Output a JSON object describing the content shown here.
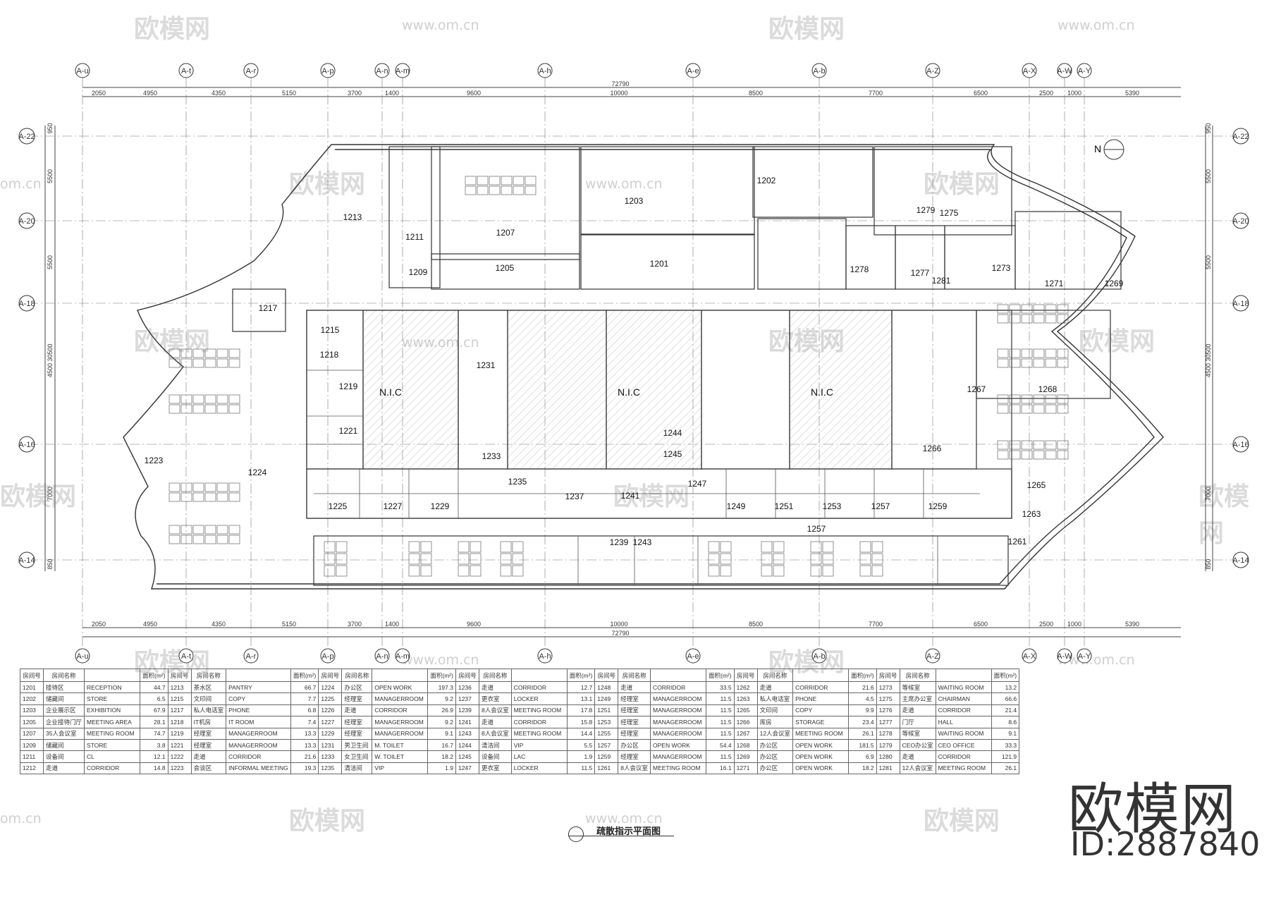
{
  "brand": {
    "name": "欧模网",
    "id": "ID:2887840"
  },
  "watermarks": {
    "text": "欧模网",
    "url": "www.om.cn",
    "url_short": "om.cn"
  },
  "title": "疏散指示平面图",
  "north": "N",
  "grid": {
    "columns": [
      "A-u",
      "A-t",
      "A-r",
      "A-p",
      "A-n",
      "A-m",
      "A-h",
      "A-e",
      "A-b",
      "A-Z",
      "A-X",
      "A-W",
      "A-Y"
    ],
    "rows": [
      "A-22",
      "A-20",
      "A-18",
      "A-16",
      "A-14"
    ],
    "total_dimension": "72790",
    "dimensions": [
      "2050",
      "4950",
      "4350",
      "5150",
      "3700",
      "1400",
      "9600",
      "10000",
      "8500",
      "7700",
      "6500",
      "2500",
      "1000",
      "5390"
    ],
    "side_dimensions": [
      "950",
      "5500",
      "5500",
      "30500",
      "4500",
      "7000",
      "850"
    ]
  },
  "nic_labels": [
    "N.I.C",
    "N.I.C",
    "N.I.C"
  ],
  "rooms": [
    "1213",
    "1211",
    "1209",
    "1207",
    "1205",
    "1203",
    "1201",
    "1202",
    "1279",
    "1281",
    "1278",
    "1277",
    "1275",
    "1273",
    "1271",
    "1269",
    "1217",
    "1215",
    "1218",
    "1219",
    "1221",
    "1223",
    "1224",
    "1225",
    "1227",
    "1229",
    "1231",
    "1233",
    "1235",
    "1237",
    "1241",
    "1244",
    "1245",
    "1247",
    "1249",
    "1251",
    "1253",
    "1257",
    "1259",
    "1267",
    "1268",
    "1266",
    "1265",
    "1263",
    "1261",
    "1257",
    "1239",
    "1243"
  ],
  "legend": {
    "headers": [
      "房间号",
      "房间名称",
      "",
      "面积(m²)"
    ],
    "rows": [
      [
        [
          "1201",
          "接待区",
          "RECEPTION",
          "44.7"
        ],
        [
          "1213",
          "茶水区",
          "PANTRY",
          "66.7"
        ],
        [
          "1224",
          "办公区",
          "OPEN WORK",
          "197.3"
        ],
        [
          "1236",
          "走道",
          "CORRIDOR",
          "12.7"
        ],
        [
          "1248",
          "走道",
          "CORRIDOR",
          "33.5"
        ],
        [
          "1262",
          "走道",
          "CORRIDOR",
          "21.6"
        ],
        [
          "1273",
          "等候室",
          "WAITING ROOM",
          "13.2"
        ]
      ],
      [
        [
          "1202",
          "储藏间",
          "STORE",
          "6.5"
        ],
        [
          "1215",
          "文印间",
          "COPY",
          "7.7"
        ],
        [
          "1225",
          "经理室",
          "MANAGERROOM",
          "9.2"
        ],
        [
          "1237",
          "更衣室",
          "LOCKER",
          "13.1"
        ],
        [
          "1249",
          "经理室",
          "MANAGERROOM",
          "11.5"
        ],
        [
          "1263",
          "私人电话室",
          "PHONE",
          "4.5"
        ],
        [
          "1275",
          "主席办公室",
          "CHAIRMAN",
          "66.6"
        ]
      ],
      [
        [
          "1203",
          "企业展示区",
          "EXHIBITION",
          "67.9"
        ],
        [
          "1217",
          "私人电话室",
          "PHONE",
          "6.8"
        ],
        [
          "1226",
          "走道",
          "CORRIDOR",
          "26.9"
        ],
        [
          "1239",
          "8人会议室",
          "MEETING ROOM",
          "17.8"
        ],
        [
          "1251",
          "经理室",
          "MANAGERROOM",
          "11.5"
        ],
        [
          "1265",
          "文印间",
          "COPY",
          "9.9"
        ],
        [
          "1276",
          "走道",
          "CORRIDOR",
          "21.4"
        ]
      ],
      [
        [
          "1205",
          "企业接待门厅",
          "MEETING AREA",
          "28.1"
        ],
        [
          "1218",
          "IT机房",
          "IT ROOM",
          "7.4"
        ],
        [
          "1227",
          "经理室",
          "MANAGERROOM",
          "9.2"
        ],
        [
          "1241",
          "走道",
          "CORRIDOR",
          "15.8"
        ],
        [
          "1253",
          "经理室",
          "MANAGERROOM",
          "11.5"
        ],
        [
          "1266",
          "库房",
          "STORAGE",
          "23.4"
        ],
        [
          "1277",
          "门厅",
          "HALL",
          "8.6"
        ]
      ],
      [
        [
          "1207",
          "35人会议室",
          "MEETING ROOM",
          "74.7"
        ],
        [
          "1219",
          "经理室",
          "MANAGERROOM",
          "13.3"
        ],
        [
          "1229",
          "经理室",
          "MANAGERROOM",
          "9.1"
        ],
        [
          "1243",
          "8人会议室",
          "MEETING ROOM",
          "14.4"
        ],
        [
          "1255",
          "经理室",
          "MANAGERROOM",
          "11.5"
        ],
        [
          "1267",
          "12人会议室",
          "MEETING ROOM",
          "26.1"
        ],
        [
          "1278",
          "等候室",
          "WAITING ROOM",
          "9.1"
        ]
      ],
      [
        [
          "1209",
          "储藏间",
          "STORE",
          "3.8"
        ],
        [
          "1221",
          "经理室",
          "MANAGERROOM",
          "13.3"
        ],
        [
          "1231",
          "男卫生间",
          "M. TOILET",
          "16.7"
        ],
        [
          "1244",
          "清洁间",
          "VIP",
          "5.5"
        ],
        [
          "1257",
          "办公区",
          "OPEN WORK",
          "54.4"
        ],
        [
          "1268",
          "办公区",
          "OPEN WORK",
          "181.5"
        ],
        [
          "1279",
          "CEO办公室",
          "CEO OFFICE",
          "33.3"
        ]
      ],
      [
        [
          "1211",
          "设备间",
          "CL",
          "12.1"
        ],
        [
          "1222",
          "走道",
          "CORRIDOR",
          "21.6"
        ],
        [
          "1233",
          "女卫生间",
          "W. TOILET",
          "18.2"
        ],
        [
          "1245",
          "设备间",
          "LAC",
          "1.9"
        ],
        [
          "1259",
          "经理室",
          "MANAGERROOM",
          "11.5"
        ],
        [
          "1269",
          "办公区",
          "OPEN WORK",
          "6.9"
        ],
        [
          "1280",
          "走道",
          "CORRIDOR",
          "121.9"
        ]
      ],
      [
        [
          "1212",
          "走道",
          "CORRIDOR",
          "14.8"
        ],
        [
          "1223",
          "会谈区",
          "INFORMAL MEETING",
          "19.3"
        ],
        [
          "1235",
          "清洁间",
          "VIP",
          "1.9"
        ],
        [
          "1247",
          "更衣室",
          "LOCKER",
          "11.5"
        ],
        [
          "1261",
          "8人会议室",
          "MEETING ROOM",
          "16.1"
        ],
        [
          "1271",
          "办公区",
          "OPEN WORK",
          "18.2"
        ],
        [
          "1281",
          "12人会议室",
          "MEETING ROOM",
          "26.1"
        ]
      ]
    ]
  }
}
